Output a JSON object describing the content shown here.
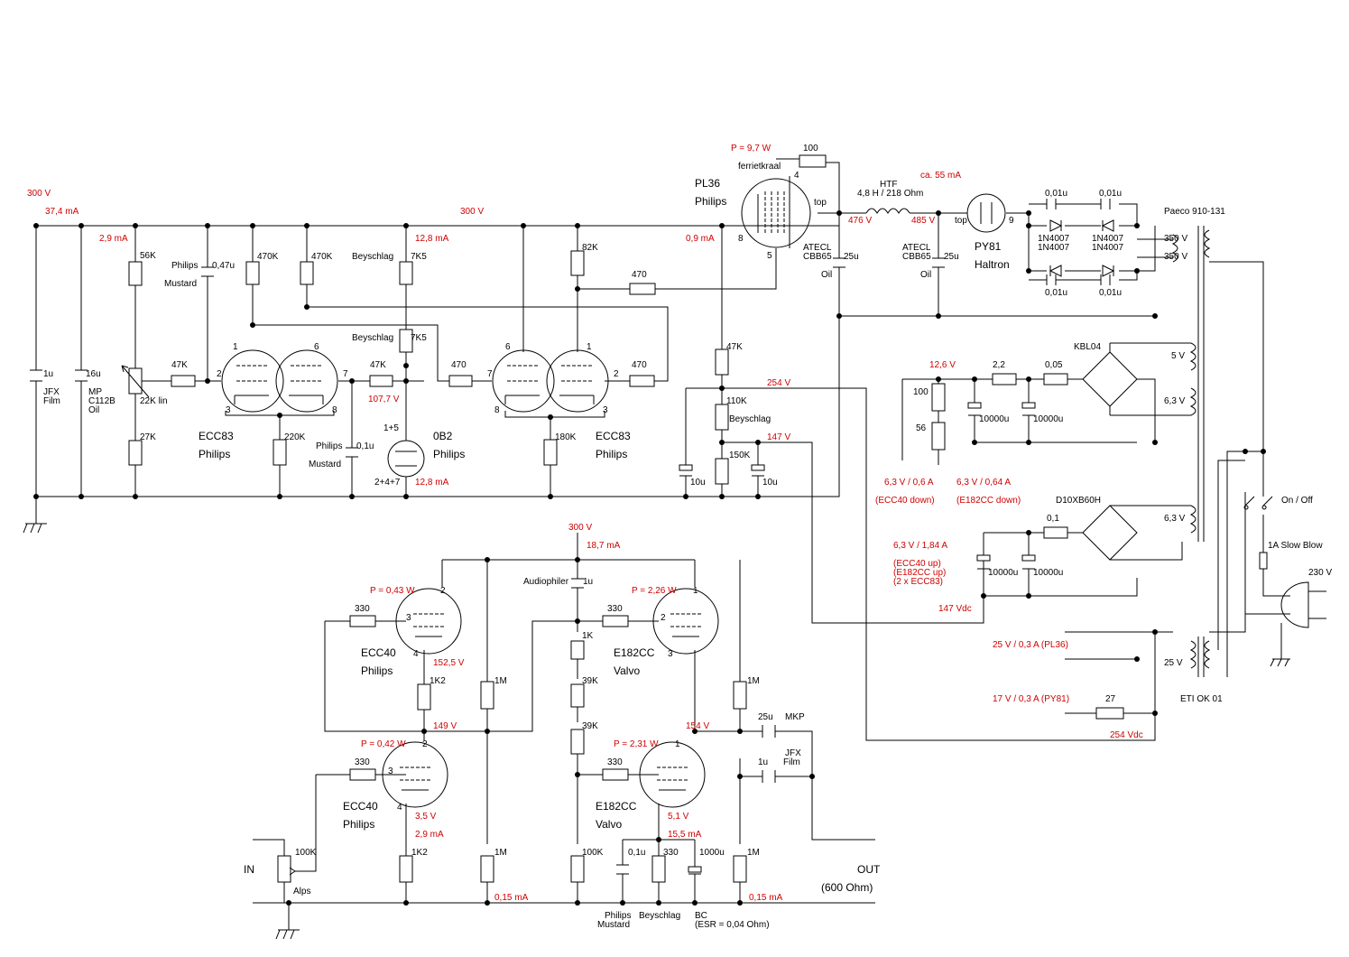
{
  "labels": {
    "rail_left_v": "300 V",
    "rail_left_ma": "37,4 mA",
    "branch_ma": "2,9 mA",
    "rail_mid_v": "300 V",
    "ob2_top_ma": "12,8 mA",
    "pl36_ma": "0,9 mA",
    "pl36_power": "P = 9,7 W",
    "r100": "100",
    "ferriet": "ferrietkraal",
    "pin4": "4",
    "pl36_name": "PL36",
    "pl36_maker": "Philips",
    "pin_top": "top",
    "pin8": "8",
    "pin5": "5",
    "v476": "476 V",
    "htf": "HTF",
    "htf_val": "4,8 H / 218 Ohm",
    "ca55": "ca. 55 mA",
    "v485": "485 V",
    "top2": "top",
    "pin9": "9",
    "py81": "PY81",
    "haltron": "Haltron",
    "atecl1": "ATECL",
    "cbb1": "CBB65",
    "c25u1": "25u",
    "oil1": "Oil",
    "atecl2": "ATECL",
    "cbb2": "CBB65",
    "c25u2": "25u",
    "oil2": "Oil",
    "c001a": "0,01u",
    "c001b": "0,01u",
    "c001c": "0,01u",
    "c001d": "0,01u",
    "d1": "1N4007",
    "d2": "1N4007",
    "d3": "1N4007",
    "d4": "1N4007",
    "paeco": "Paeco 910-131",
    "v350a": "350 V",
    "v350b": "350 V",
    "r56k": "56K",
    "r47k_a": "47K",
    "pot22k": "22K lin",
    "r27k": "27K",
    "c1u": "1u",
    "jfx": "JFX",
    "film": "Film",
    "c16u": "16u",
    "mp": "MP",
    "c112b": "C112B",
    "oil_mp": "Oil",
    "philips_a": "Philips",
    "c047": "0,47u",
    "mustard_a": "Mustard",
    "r470k_a": "470K",
    "r470k_b": "470K",
    "beyschlag_a": "Beyschlag",
    "r7k5_a": "7K5",
    "beyschlag_b": "Beyschlag",
    "r7k5_b": "7K5",
    "r47k_b": "47K",
    "v1077": "107,7 V",
    "p1": "1",
    "p6": "6",
    "p2": "2",
    "p7": "7",
    "p3": "3",
    "p8": "8",
    "ecc83_a": "ECC83",
    "philips_b": "Philips",
    "r220k": "220K",
    "philips_c": "Philips",
    "c01u": "0,1u",
    "mustard_b": "Mustard",
    "ob2_pin_top": "1+5",
    "ob2_pin_bot": "2+4+7",
    "ob2": "0B2",
    "philips_ob2": "Philips",
    "ob2_bot_ma": "12,8 mA",
    "r82k": "82K",
    "r470_a": "470",
    "r470_b": "470",
    "r470_c": "470",
    "q6": "6",
    "q7": "7",
    "q8": "8",
    "q1": "1",
    "q2": "2",
    "q3": "3",
    "r180k": "180K",
    "ecc83_b": "ECC83",
    "philips_d": "Philips",
    "r47k_c": "47K",
    "r110k": "110K",
    "beyschlag_c": "Beyschlag",
    "v254": "254 V",
    "v147": "147 V",
    "r150k": "150K",
    "c10u_a": "10u",
    "c10u_b": "10u",
    "kbl04": "KBL04",
    "v126": "12,6 V",
    "r22": "2,2",
    "r005": "0,05",
    "v5": "5 V",
    "v63a": "6,3 V",
    "r100b": "100",
    "r56": "56",
    "c10000a": "10000u",
    "c10000b": "10000u",
    "out1": "6,3 V / 0,6 A",
    "out1b": "(ECC40 down)",
    "out2": "6,3 V / 0,64 A",
    "out2b": "(E182CC down)",
    "d10xb": "D10XB60H",
    "r01": "0,1",
    "v63b": "6,3 V",
    "out3": "6,3 V / 1,84 A",
    "out3a": "(ECC40 up)",
    "out3b": "(E182CC up)",
    "out3c": "(2 x ECC83)",
    "c10000c": "10000u",
    "c10000d": "10000u",
    "v147dc": "147 Vdc",
    "onoff": "On / Off",
    "fuse": "1A Slow Blow",
    "v230": "230 V",
    "v25pl": "25 V / 0,3 A (PL36)",
    "v25": "25 V",
    "v17": "17 V / 0,3 A (PY81)",
    "r27": "27",
    "eti": "ETI OK 01",
    "v254dc": "254 Vdc",
    "b_300": "300 V",
    "b_187": "18,7 mA",
    "audiophiler": "Audiophiler",
    "c1u_b": "1u",
    "pw043": "P = 0,43 W",
    "pw226": "P = 2,26 W",
    "r330_a": "330",
    "r330_b": "330",
    "u2a": "2",
    "u3a": "3",
    "u4a": "4",
    "ecc40a": "ECC40",
    "philips_e": "Philips",
    "v1525": "152,5 V",
    "r1k": "1K",
    "v2a": "2",
    "v3a": "3",
    "v1a": "1",
    "e182a": "E182CC",
    "valvo_a": "Valvo",
    "r1k2a": "1K2",
    "r1m_a": "1M",
    "r39k_a": "39K",
    "r1m_b": "1M",
    "v149": "149 V",
    "r39k_b": "39K",
    "v154": "154 V",
    "c25u_b": "25u",
    "mkp": "MKP",
    "pw042": "P = 0,42 W",
    "pw231": "P = 2,31 W",
    "l2": "2",
    "l3": "3",
    "l4": "4",
    "l1": "1",
    "r330_c": "330",
    "r330_d": "330",
    "c1u_c": "1u",
    "jfx_b": "JFX",
    "film_b": "Film",
    "ecc40b": "ECC40",
    "philips_f": "Philips",
    "v35": "3,5 V",
    "ma29": "2,9 mA",
    "e182b": "E182CC",
    "valvo_b": "Valvo",
    "v51": "5,1 V",
    "ma155": "15,5 mA",
    "r1k2b": "1K2",
    "r1m_c": "1M",
    "r100k": "100K",
    "c01u_b": "0,1u",
    "r330_e": "330",
    "c1000u": "1000u",
    "r1m_d": "1M",
    "in": "IN",
    "r100k_pot": "100K",
    "alps": "Alps",
    "ma015a": "0,15 mA",
    "ma015b": "0,15 mA",
    "out": "OUT",
    "out600": "(600 Ohm)",
    "philips_g": "Philips",
    "mustard_c": "Mustard",
    "beyschlag_d": "Beyschlag",
    "bc": "BC",
    "esr": "(ESR = 0,04 Ohm)"
  },
  "colors": {
    "annotation": "#d00000",
    "line": "#000000"
  }
}
